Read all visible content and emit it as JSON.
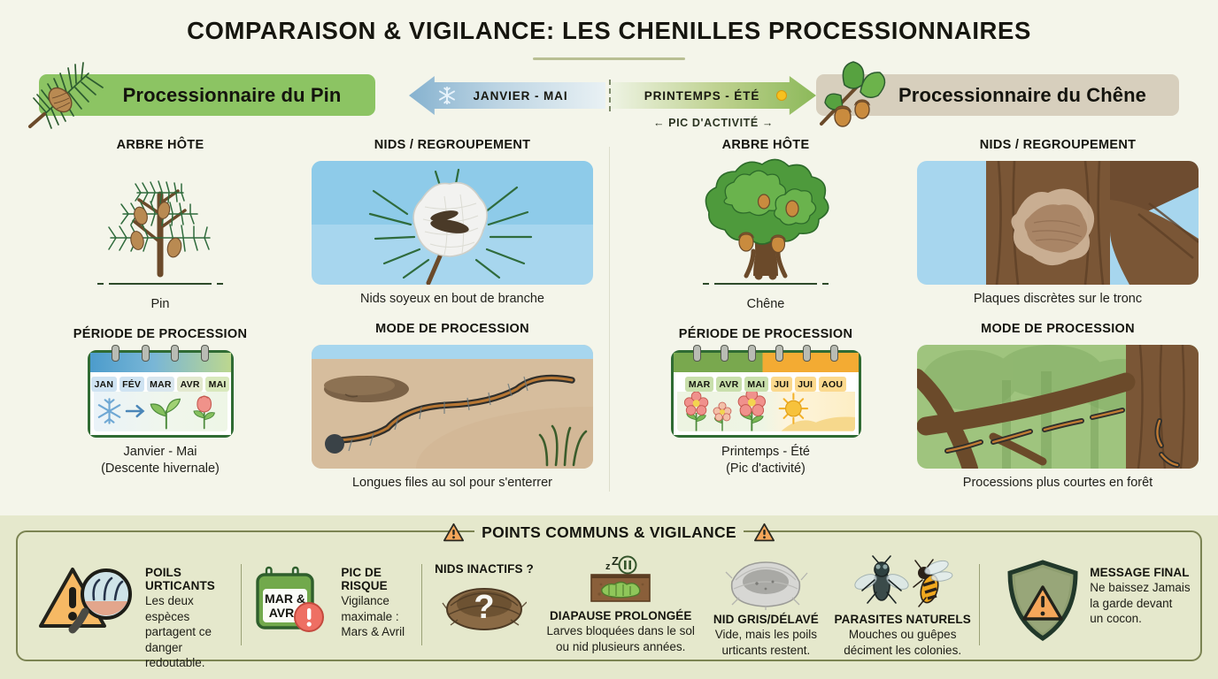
{
  "title": "COMPARAISON & VIGILANCE: LES CHENILLES PROCESSIONNAIRES",
  "species": {
    "pin": {
      "label": "Processionnaire du Pin",
      "banner_color": "#8cc463",
      "icon": "pine-sprig-icon"
    },
    "chene": {
      "label": "Processionnaire du Chêne",
      "banner_color": "#d7cfbd",
      "icon": "oak-sprig-icon"
    }
  },
  "timeline": {
    "left_arrow": {
      "label": "JANVIER - MAI",
      "icon": "snowflake-icon",
      "color": "#86b2cf"
    },
    "right_arrow": {
      "label": "PRINTEMPS - ÉTÉ",
      "icon": "sun-icon",
      "color": "#8cb95a"
    },
    "peak_label": "←  PIC D'ACTIVITÉ  →"
  },
  "columns": {
    "pin_host": {
      "section_title": "ARBRE HÔTE",
      "caption": "Pin",
      "image": "pine-tree-illustration"
    },
    "pin_nests": {
      "section_title": "NIDS / REGROUPEMENT",
      "caption": "Nids soyeux en bout de branche",
      "image": "silk-nest-on-pine-branch-photo"
    },
    "pin_period": {
      "section_title": "PÉRIODE DE PROCESSION",
      "caption_line1": "Janvier - Mai",
      "caption_line2": "(Descente hivernale)",
      "months": [
        "JAN",
        "FÉV",
        "MAR",
        "AVR",
        "MAI"
      ],
      "month_colors": [
        "#cfe3f2",
        "#cfe3f2",
        "#d9e6ee",
        "#e3e9cf",
        "#d9e9bd"
      ]
    },
    "pin_mode": {
      "section_title": "MODE DE PROCESSION",
      "caption": "Longues files au sol pour s'enterrer",
      "image": "caterpillar-procession-on-ground-photo"
    },
    "oak_host": {
      "section_title": "ARBRE HÔTE",
      "caption": "Chêne",
      "image": "oak-tree-illustration"
    },
    "oak_nests": {
      "section_title": "NIDS / REGROUPEMENT",
      "caption": "Plaques discrètes sur le tronc",
      "image": "nest-plaque-on-trunk-photo"
    },
    "oak_period": {
      "section_title": "PÉRIODE DE PROCESSION",
      "caption_line1": "Printemps - Été",
      "caption_line2": "(Pic d'activité)",
      "months": [
        "MAR",
        "AVR",
        "MAI",
        "JUI",
        "JUI",
        "AOU"
      ],
      "month_colors": [
        "#c9dfac",
        "#c9dfac",
        "#c9dfac",
        "#fbd98e",
        "#fbd98e",
        "#fbd98e"
      ]
    },
    "oak_mode": {
      "section_title": "MODE DE PROCESSION",
      "caption": "Processions plus courtes en forêt",
      "image": "caterpillars-on-branch-in-forest-photo"
    }
  },
  "bottom": {
    "heading": "POINTS COMMUNS & VIGILANCE",
    "heading_icon": "warning-triangle-icon",
    "items": [
      {
        "icon": "warning-magnifier-hairs-icon",
        "title": "POILS URTICANTS",
        "desc": "Les deux espèces\npartagent ce\ndanger redoutable."
      },
      {
        "icon": "calendar-alert-icon",
        "badge_line1": "MAR &",
        "badge_line2": "AVR",
        "title": "PIC DE RISQUE",
        "desc": "Vigilance\nmaximale :\nMars & Avril"
      },
      {
        "icon": "nest-question-icon",
        "title": "NIDS INACTIFS ?",
        "desc": ""
      },
      {
        "icon": "sleeping-larva-icon",
        "title": "DIAPAUSE PROLONGÉE",
        "desc": "Larves bloquées dans le sol\nou nid plusieurs années."
      },
      {
        "icon": "grey-nest-icon",
        "title": "NID GRIS/DÉLAVÉ",
        "desc": "Vide, mais les poils\nurticants restent."
      },
      {
        "icon": "fly-wasp-icon",
        "title": "PARASITES NATURELS",
        "desc": "Mouches ou guêpes\ndéciment les colonies."
      },
      {
        "icon": "shield-warning-icon",
        "title": "MESSAGE FINAL",
        "desc": "Ne baissez Jamais\nla garde devant\nun cocon."
      }
    ]
  },
  "colors": {
    "background": "#f4f5ea",
    "bottom_panel": "#e5e8cc",
    "accent_green": "#8cc463",
    "accent_orange": "#f0943c",
    "divider": "#7b8352"
  }
}
